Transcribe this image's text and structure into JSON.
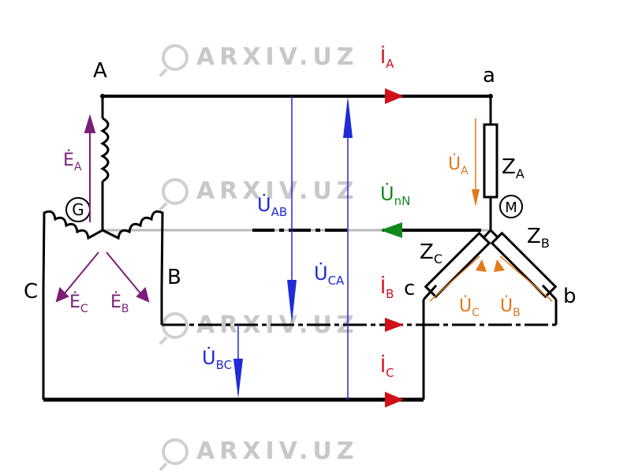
{
  "watermark": {
    "text": "ARXIV.UZ"
  },
  "nodes": {
    "gen_A": "A",
    "gen_B": "B",
    "gen_C": "C",
    "load_a": "a",
    "load_b": "b",
    "load_c": "c"
  },
  "symbols": {
    "generator": "G",
    "motor": "M"
  },
  "emf": {
    "EA": "Ė",
    "EA_sub": "A",
    "EB": "Ė",
    "EB_sub": "B",
    "EC": "Ė",
    "EC_sub": "C"
  },
  "currents": {
    "IA": "İ",
    "IA_sub": "A",
    "IB": "İ",
    "IB_sub": "B",
    "IC": "İ",
    "IC_sub": "C"
  },
  "line_voltages": {
    "UAB": "U̇",
    "UAB_sub": "AB",
    "UCA": "U̇",
    "UCA_sub": "CA",
    "UBC": "U̇",
    "UBC_sub": "BC"
  },
  "neutral_voltage": {
    "UnN": "U̇",
    "UnN_sub": "nN"
  },
  "phase_voltages": {
    "Ua": "U̇",
    "Ua_sub": "A",
    "Ub": "U̇",
    "Ub_sub": "B",
    "Uc": "U̇",
    "Uc_sub": "C"
  },
  "impedances": {
    "ZA": "Z",
    "ZA_sub": "A",
    "ZB": "Z",
    "ZB_sub": "B",
    "ZC": "Z",
    "ZC_sub": "C"
  },
  "colors": {
    "wire": "#000000",
    "emf": "#7b1e7a",
    "current": "#d0101a",
    "line_voltage": "#1f2ad8",
    "neutral": "#12891b",
    "phase_voltage": "#e07a1a",
    "neutral_wire": "#b8b8b8"
  }
}
